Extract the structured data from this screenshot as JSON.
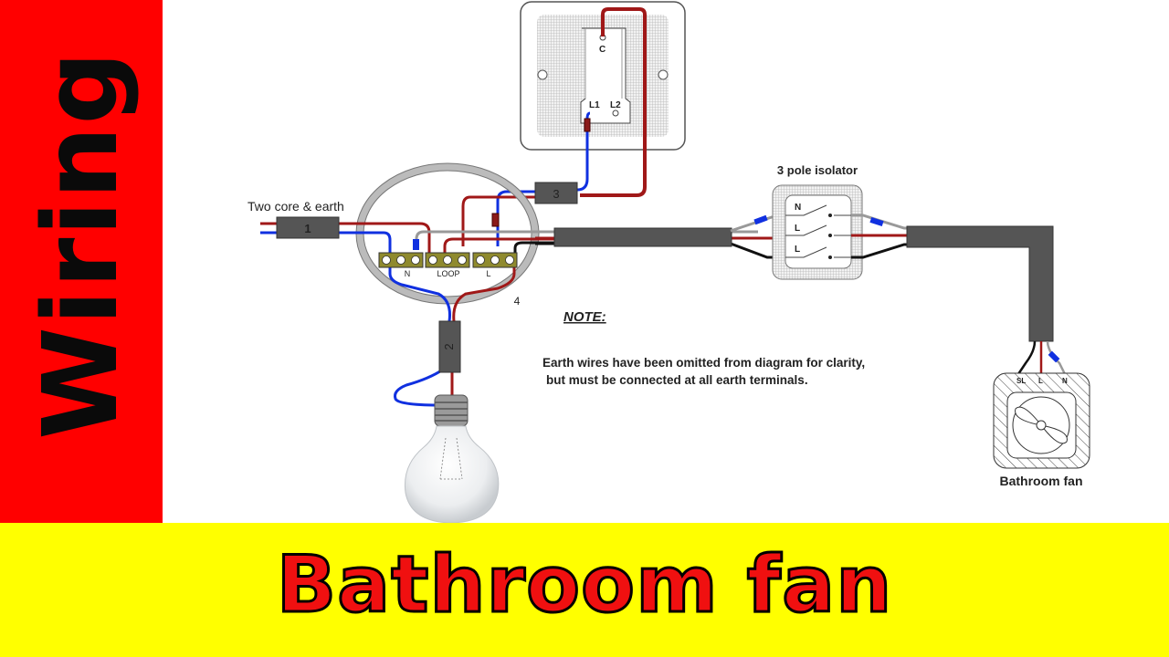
{
  "banners": {
    "side_title": "Wiring",
    "bottom_title": "Bathroom fan",
    "side_color": "#ff0000",
    "bottom_color": "#ffff00"
  },
  "diagram": {
    "cable_label": "Two core & earth",
    "cables": [
      "1",
      "2",
      "3",
      "4"
    ],
    "switch": {
      "terminals": [
        "C",
        "L1",
        "L2"
      ]
    },
    "junction_box": {
      "terminal_groups": [
        "N",
        "LOOP",
        "L"
      ],
      "label": "4"
    },
    "isolator": {
      "title": "3 pole isolator",
      "poles": [
        "N",
        "L",
        "L"
      ]
    },
    "fan": {
      "title": "Bathroom fan",
      "terminals": [
        "SL",
        "L",
        "N"
      ]
    },
    "note": {
      "heading": "NOTE:",
      "line1": "Earth wires have been omitted from diagram for clarity,",
      "line2": "but must be connected at all earth terminals."
    },
    "colors": {
      "live": "#a01818",
      "neutral": "#1030e0",
      "switched": "#111111",
      "earth_sleeve": "#999999",
      "cable": "#555555"
    }
  }
}
